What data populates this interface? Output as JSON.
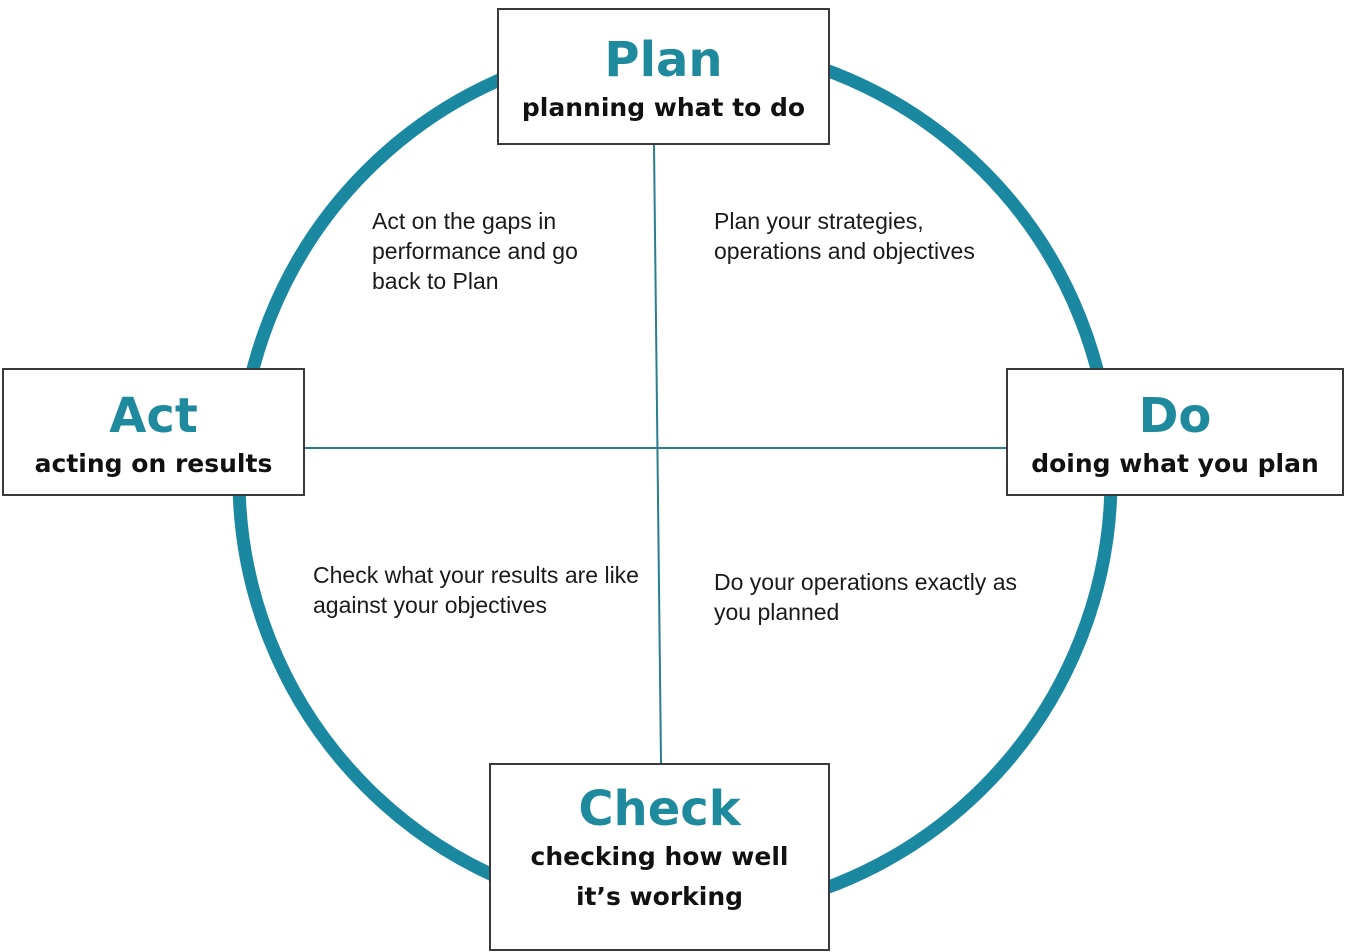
{
  "colors": {
    "accent": "#1f8a9e",
    "ring": "#1a88a0",
    "axis": "#2a7f8f",
    "text": "#111111",
    "border": "#3a3a3a"
  },
  "stages": {
    "plan": {
      "title": "Plan",
      "subtitle": "planning what to do"
    },
    "do": {
      "title": "Do",
      "subtitle": "doing what you plan"
    },
    "check": {
      "title": "Check",
      "subtitle": "checking how well it’s working"
    },
    "act": {
      "title": "Act",
      "subtitle": "acting on results"
    }
  },
  "quadrants": {
    "act": "Act on the gaps in performance and go back to Plan",
    "plan": "Plan your strategies, operations and objectives",
    "check": "Check what your results are like against your objectives",
    "do": "Do your operations exactly as you planned"
  }
}
